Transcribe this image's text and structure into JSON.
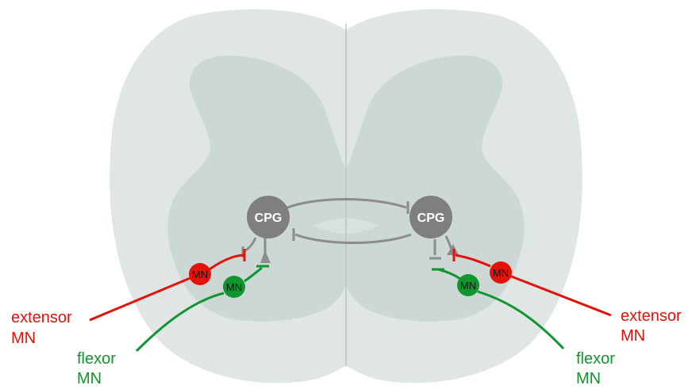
{
  "colors": {
    "white_matter": "#dfe6e4",
    "gray_matter": "#ccd8d6",
    "cpg": "#7f7f7f",
    "cpg_connection": "#8c8c8c",
    "extensor": "#e3120b",
    "flexor": "#11952e"
  },
  "nodes": {
    "cpg_left": "CPG",
    "cpg_right": "CPG",
    "mn_extensor_left": "MN",
    "mn_flexor_left": "MN",
    "mn_extensor_right": "MN",
    "mn_flexor_right": "MN"
  },
  "labels": {
    "left_extensor_line1": "extensor",
    "left_extensor_line2": "MN",
    "left_flexor_line1": "flexor",
    "left_flexor_line2": "MN",
    "right_extensor_line1": "extensor",
    "right_extensor_line2": "MN",
    "right_flexor_line1": "flexor",
    "right_flexor_line2": "MN"
  }
}
